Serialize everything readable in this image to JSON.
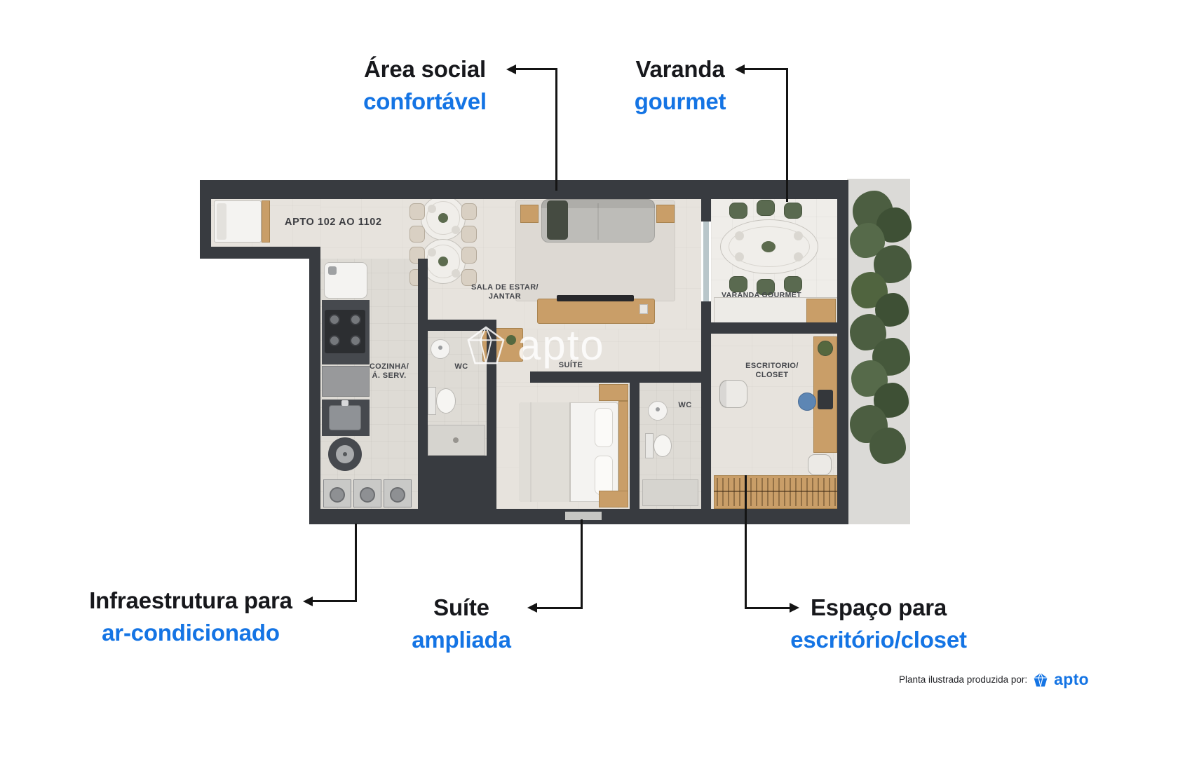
{
  "colors": {
    "accent_blue": "#1474e4",
    "text_dark": "#17181c",
    "wall": "#383b40",
    "floor": "#e7e3dd",
    "wood": "#c99e68",
    "plant_green": "#4c5e41"
  },
  "callouts": {
    "area_social": {
      "title": "Área social",
      "subtitle": "confortável"
    },
    "varanda": {
      "title": "Varanda",
      "subtitle": "gourmet"
    },
    "infra": {
      "title": "Infraestrutura para",
      "subtitle": "ar-condicionado"
    },
    "suite": {
      "title": "Suíte",
      "subtitle": "ampliada"
    },
    "escritorio": {
      "title": "Espaço para",
      "subtitle": "escritório/closet"
    }
  },
  "plan": {
    "unit_label": "APTO 102 AO 1102",
    "sala_line1": "SALA DE ESTAR/",
    "sala_line2": "JANTAR",
    "varanda_label": "VARANDA GOURMET",
    "cozinha_line1": "COZINHA/",
    "cozinha_line2": "Á. SERV.",
    "wc1_label": "WC",
    "suite_label": "SUÍTE",
    "wc2_label": "WC",
    "escritorio_line1": "ESCRITORIO/",
    "escritorio_line2": "CLOSET"
  },
  "watermark": {
    "brand": "apto"
  },
  "footer": {
    "credit": "Planta ilustrada produzida por:",
    "brand": "apto"
  }
}
